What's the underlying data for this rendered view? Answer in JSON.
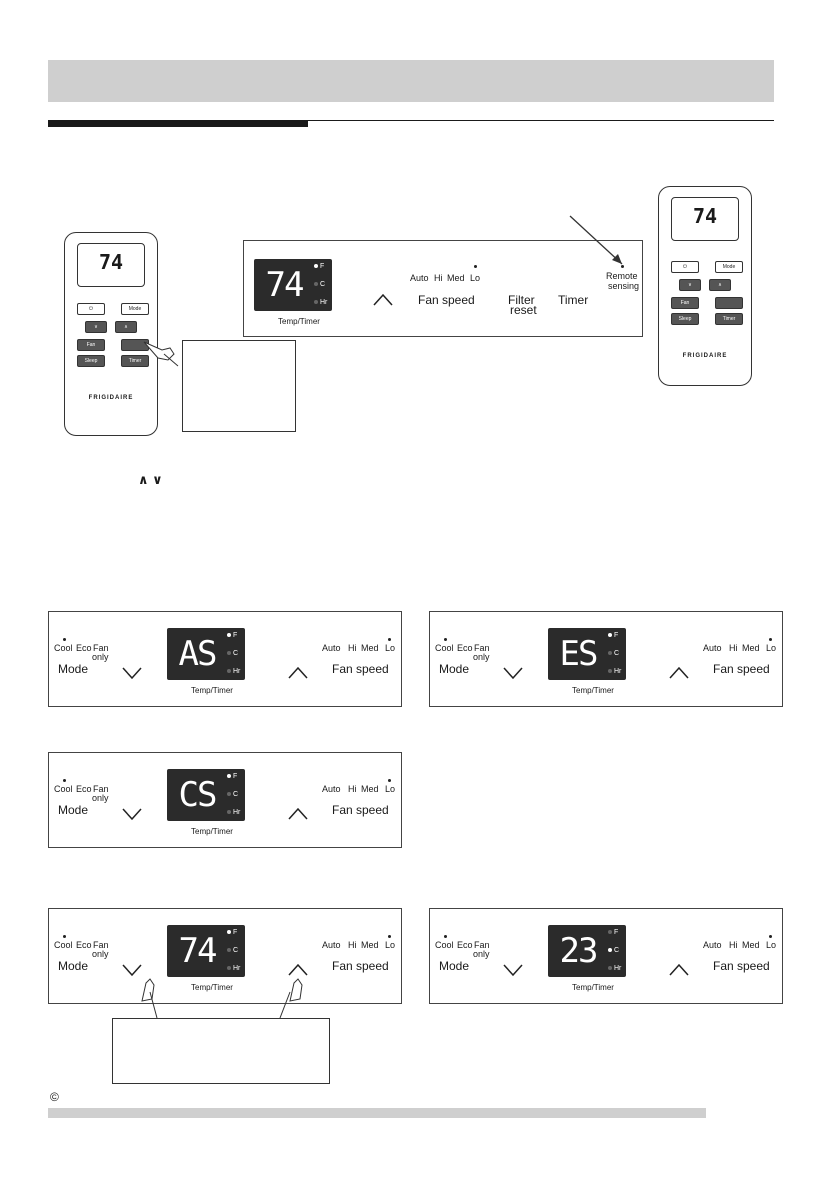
{
  "remote_small": {
    "brand": "FRIGIDAIRE",
    "screen_value": "74",
    "buttons": [
      "Mode",
      "Fan",
      "Sleep",
      "Timer"
    ]
  },
  "remote_large": {
    "brand": "FRIGIDAIRE",
    "screen_value": "74",
    "buttons": [
      "Mode",
      "Fan",
      "Sleep",
      "Timer"
    ]
  },
  "top_panel": {
    "display_value": "74",
    "indicators": [
      "F",
      "C",
      "Hr"
    ],
    "display_caption": "Temp/Timer",
    "fan_options": [
      "Auto",
      "Hi",
      "Med",
      "Lo"
    ],
    "fan_label": "Fan speed",
    "filter_label_1": "Filter",
    "filter_label_2": "reset",
    "timer_label": "Timer",
    "remote_label_1": "Remote",
    "remote_label_2": "sensing"
  },
  "arrows_symbol": "∧ ∨",
  "panels": [
    {
      "display": "AS",
      "active_unit": "F"
    },
    {
      "display": "ES",
      "active_unit": "F"
    },
    {
      "display": "CS",
      "active_unit": "F"
    },
    {
      "display": "74",
      "active_unit": "F"
    },
    {
      "display": "23",
      "active_unit": "C"
    }
  ],
  "panel_labels": {
    "modes": [
      "Cool",
      "Eco",
      "Fan"
    ],
    "fan_only_suffix": "only",
    "mode_label": "Mode",
    "fan_options": [
      "Auto",
      "Hi",
      "Med",
      "Lo"
    ],
    "fan_label": "Fan speed",
    "display_caption": "Temp/Timer",
    "indicators": [
      "F",
      "C",
      "Hr"
    ]
  },
  "copyright_symbol": "©"
}
